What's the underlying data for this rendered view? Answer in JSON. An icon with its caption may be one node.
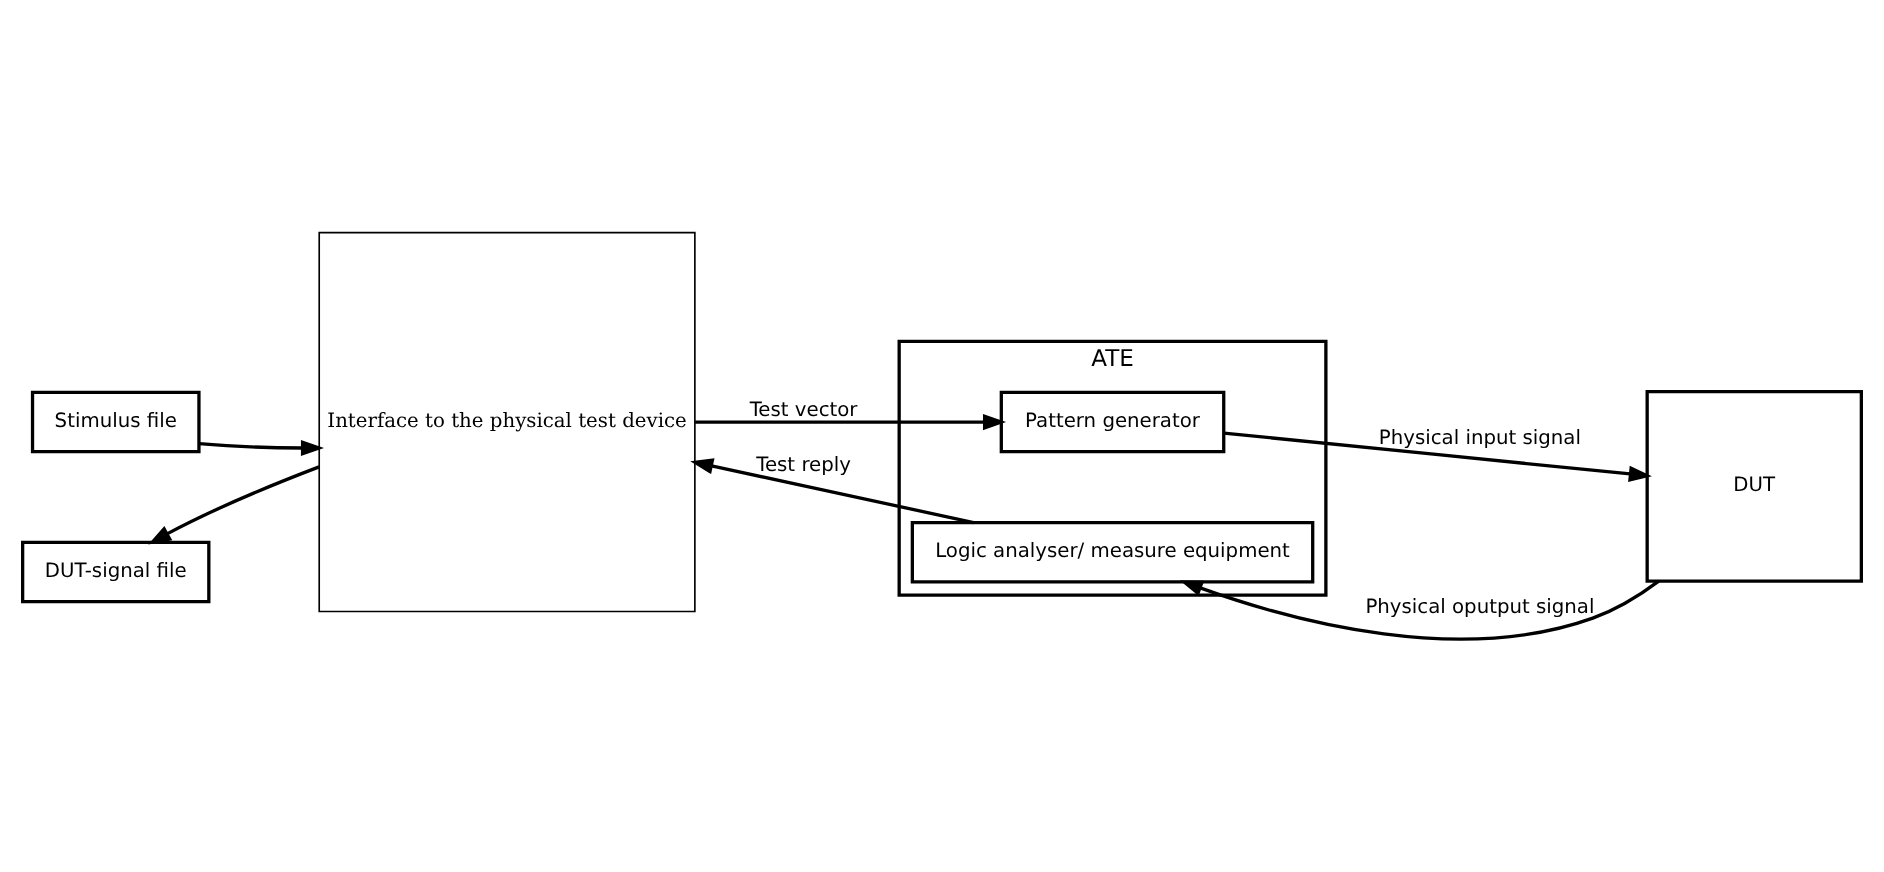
{
  "diagram": {
    "nodes": [
      {
        "text": [
          "Stimulus file"
        ]
      },
      {
        "text": [
          "DUT-signal file"
        ]
      },
      {
        "text": [
          "Interface to the physical test device"
        ]
      },
      {
        "text": [
          "ATE"
        ]
      },
      {
        "text": [
          "Pattern generator"
        ],
        "in": 3
      },
      {
        "text": [
          "Logic analyser/ measure equipment"
        ],
        "in": 3
      },
      {
        "text": [
          "DUT"
        ]
      }
    ],
    "edges": [
      {
        "from": 0,
        "to": 2,
        "arrow": "to"
      },
      {
        "from": 2,
        "to": 1,
        "arrow": "to"
      },
      {
        "from": 2,
        "to": 4,
        "label": "Test vector",
        "arrow": "to"
      },
      {
        "from": 5,
        "to": 2,
        "label": "Test reply",
        "arrow": "to"
      },
      {
        "from": 4,
        "to": 6,
        "label": "Physical input signal",
        "arrow": "to"
      },
      {
        "from": 6,
        "to": 5,
        "label": "Physical oputput signal",
        "arrow": "to"
      }
    ]
  }
}
